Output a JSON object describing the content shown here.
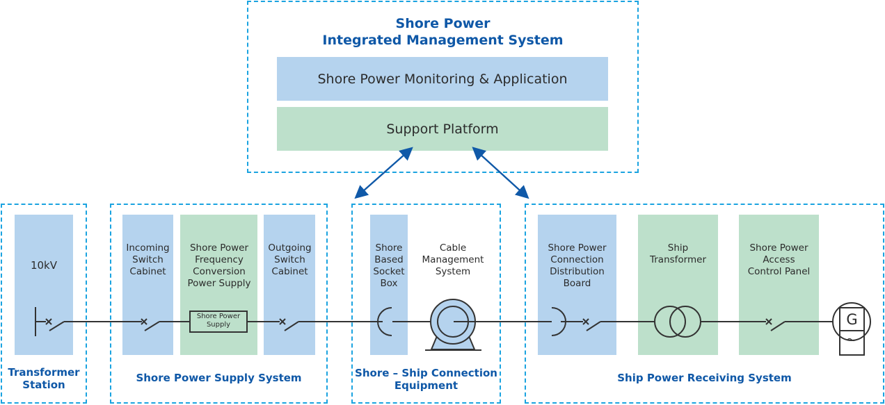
{
  "management": {
    "title": "Shore Power\nIntegrated Management System",
    "monitoring_layer": "Shore Power Monitoring & Application",
    "platform_layer": "Support Platform"
  },
  "groups": {
    "transformer_station": {
      "title": "Transformer\nStation",
      "blocks": [
        "10kV"
      ]
    },
    "supply_system": {
      "title": "Shore Power Supply System",
      "blocks": [
        "Incoming\nSwitch\nCabinet",
        "Shore Power\nFrequency\nConversion\nPower Supply",
        "Outgoing\nSwitch\nCabinet"
      ],
      "inner_box": "Shore Power\nSupply"
    },
    "connection_equipment": {
      "title": "Shore – Ship Connection\nEquipment",
      "blocks": [
        "Shore\nBased\nSocket\nBox",
        "Cable\nManagement\nSystem"
      ]
    },
    "receiving_system": {
      "title": "Ship Power Receiving System",
      "blocks": [
        "Shore Power\nConnection\nDistribution\nBoard",
        "Ship\nTransformer",
        "Shore  Power\nAccess\nControl Panel"
      ],
      "generator_label": "G"
    }
  },
  "colors": {
    "dashed_border": "#1aa3e0",
    "title_text": "#0f58a7",
    "blue_block": "#b5d3ee",
    "green_block": "#bde0cb",
    "line": "#333333",
    "arrow": "#1059a8"
  }
}
